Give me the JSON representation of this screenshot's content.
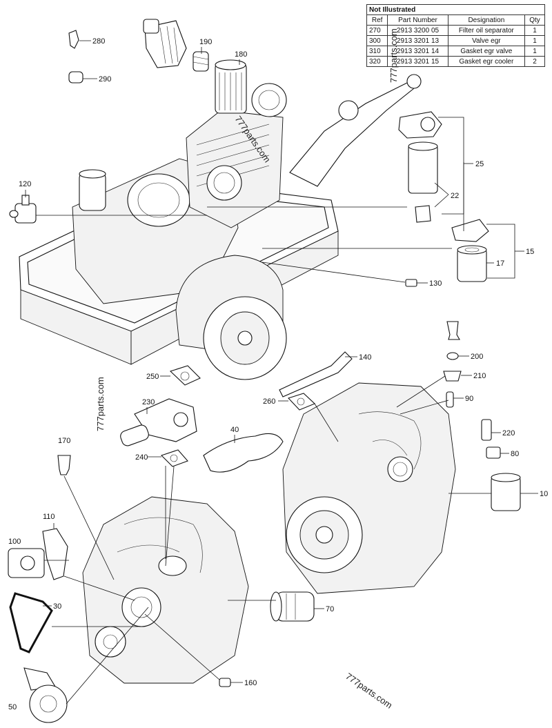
{
  "table": {
    "title": "Not Illustrated",
    "headers": [
      "Ref",
      "Part Number",
      "Designation",
      "Qty"
    ],
    "rows": [
      {
        "ref": "270",
        "part": "2913 3200 05",
        "designation": "Filter oil separator",
        "qty": "1"
      },
      {
        "ref": "300",
        "part": "2913 3201 13",
        "designation": "Valve egr",
        "qty": "1"
      },
      {
        "ref": "310",
        "part": "2913 3201 14",
        "designation": "Gasket egr valve",
        "qty": "1"
      },
      {
        "ref": "320",
        "part": "2913 3201 15",
        "designation": "Gasket egr cooler",
        "qty": "2"
      }
    ]
  },
  "callouts": {
    "c10": "10",
    "c15": "15",
    "c17": "17",
    "c22": "22",
    "c25": "25",
    "c30": "30",
    "c40": "40",
    "c50": "50",
    "c70": "70",
    "c80": "80",
    "c90": "90",
    "c100": "100",
    "c110": "110",
    "c120": "120",
    "c130": "130",
    "c140": "140",
    "c160": "160",
    "c170": "170",
    "c180": "180",
    "c190": "190",
    "c200": "200",
    "c210": "210",
    "c220": "220",
    "c230": "230",
    "c240": "240",
    "c250": "250",
    "c260": "260",
    "c280": "280",
    "c290": "290"
  },
  "watermarks": {
    "w1": "777parts.com",
    "w2": "777parts.com",
    "w3": "777parts.com",
    "w4": "777parts.com"
  }
}
